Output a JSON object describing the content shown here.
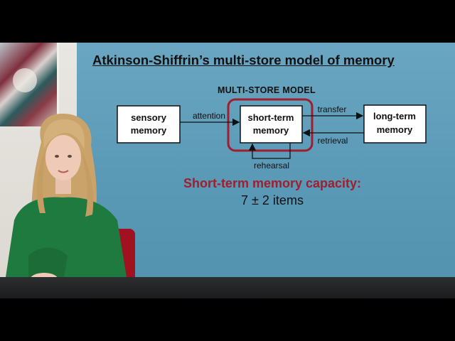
{
  "slide": {
    "title": "Atkinson-Shiffrin’s multi-store model of memory",
    "subtitle": "MULTI-STORE MODEL"
  },
  "diagram": {
    "boxes": {
      "sensory": [
        "sensory",
        "memory"
      ],
      "short_term": [
        "short-term",
        "memory"
      ],
      "long_term": [
        "long-term",
        "memory"
      ]
    },
    "arrows": {
      "attention": "attention",
      "transfer": "transfer",
      "retrieval": "retrieval",
      "rehearsal": "rehearsal"
    },
    "highlight_color": "#a01e2e"
  },
  "capacity": {
    "heading": "Short-term memory capacity:",
    "value": "7 ± 2 items"
  }
}
